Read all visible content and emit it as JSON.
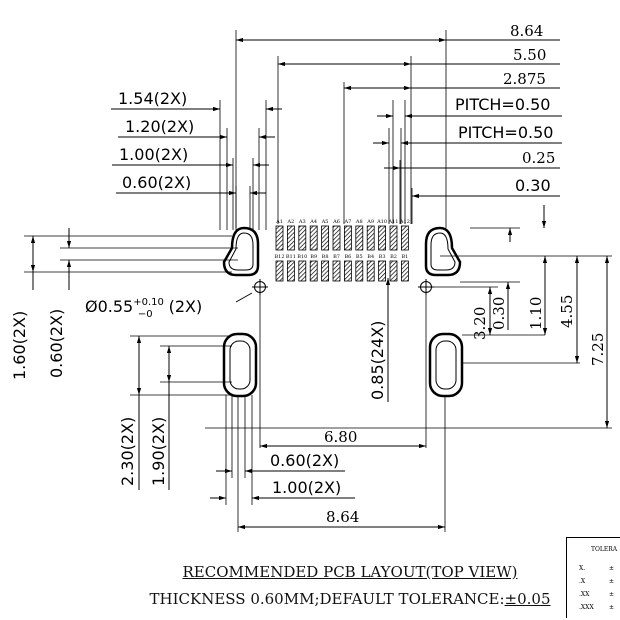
{
  "dimensions": {
    "top_width_1": "8.64",
    "top_width_2": "5.50",
    "top_width_3": "2.875",
    "pitch_1": "PITCH=0.50",
    "pitch_2": "PITCH=0.50",
    "pad_width": "0.25",
    "pad_gap": "0.30",
    "slot_outer": "1.54(2X)",
    "slot_width": "1.20(2X)",
    "slot_inner": "1.00(2X)",
    "slot_drill": "0.60(2X)",
    "left_slot_len": "1.60(2X)",
    "left_slot_drill": "0.60(2X)",
    "hole_dia_prefix": "Ø0.55",
    "hole_dia_tol_upper": "+0.10",
    "hole_dia_tol_lower": "−0",
    "hole_dia_suffix": "(2X)",
    "pad_length": "0.85(24X)",
    "row_pitch": "0.30",
    "hole_offset": "3.20",
    "dim_110": "1.10",
    "dim_455": "4.55",
    "dim_725": "7.25",
    "bottom_slot_len_outer": "2.30(2X)",
    "bottom_slot_len_inner": "1.90(2X)",
    "slot_center_span": "6.80",
    "bottom_slot_drill": "0.60(2X)",
    "bottom_slot_width": "1.00(2X)",
    "bottom_width": "8.64"
  },
  "pins": {
    "top_row": [
      "A1",
      "A2",
      "A3",
      "A4",
      "A5",
      "A6",
      "A7",
      "A8",
      "A9",
      "A10",
      "A11",
      "A12"
    ],
    "bottom_row": [
      "B12",
      "B11",
      "B10",
      "B9",
      "B8",
      "B7",
      "B6",
      "B5",
      "B4",
      "B3",
      "B2",
      "B1"
    ]
  },
  "captions": {
    "title": "RECOMMENDED PCB LAYOUT(TOP VIEW)",
    "thickness_prefix": "THICKNESS 0.60MM;DEFAULT TOLERANCE:",
    "thickness_value": "±0.05"
  },
  "tolerance_table": {
    "header": "TOLERA",
    "rows": [
      {
        "label": "X.",
        "value": "±"
      },
      {
        "label": ".X",
        "value": "±"
      },
      {
        "label": ".XX",
        "value": "±"
      },
      {
        "label": ".XXX",
        "value": "±"
      }
    ]
  }
}
